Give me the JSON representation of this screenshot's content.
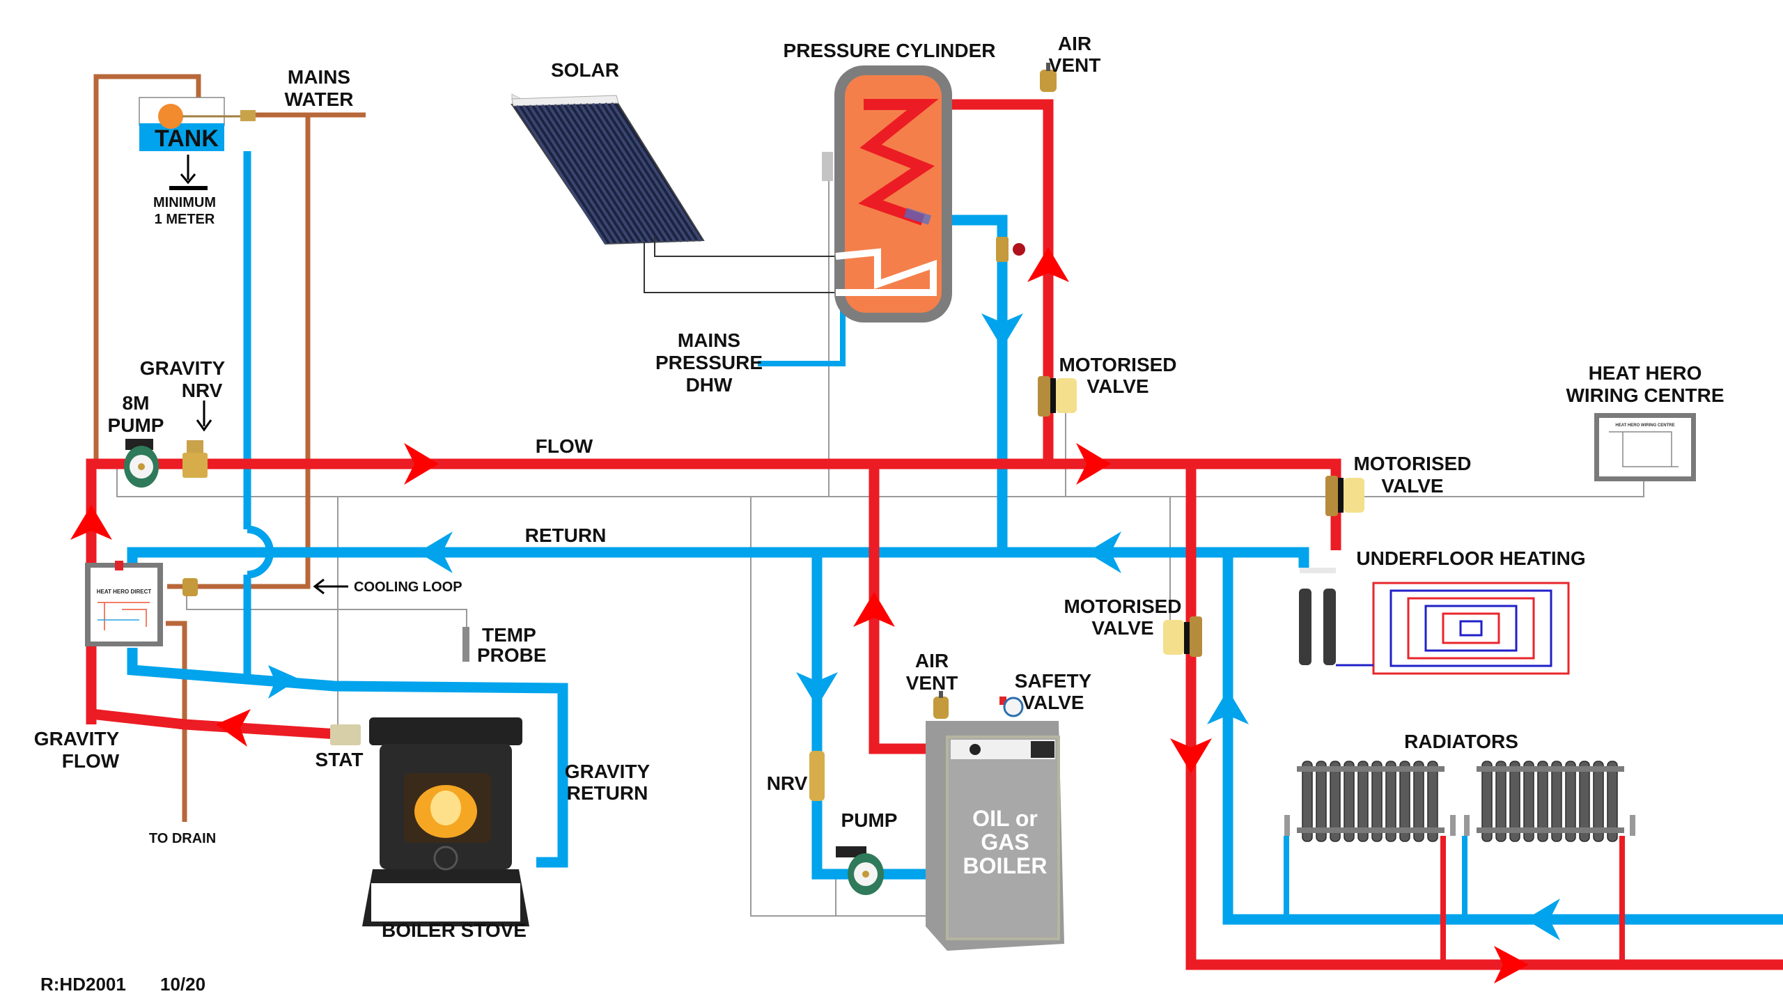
{
  "title": "Heat Hero Direct – boiler stove, oil/gas boiler, solar and pressure cylinder schematic",
  "colors": {
    "flow_red": "#ec1c24",
    "return_blue": "#00a3ec",
    "copper": "#b8673a",
    "cylinder_orange": "#f57f4a",
    "cylinder_shell": "#7d7d7d",
    "boiler_grey": "#9c9c9c",
    "wire_grey": "#9a9a9a",
    "valve_yellow": "#f4df8c",
    "pump_green": "#2f7a5a"
  },
  "labels": {
    "mains_water": [
      "MAINS",
      "WATER"
    ],
    "tank": "TANK",
    "minimum": [
      "MINIMUM",
      "1 METER"
    ],
    "solar": "SOLAR",
    "pressure_cylinder": "PRESSURE CYLINDER",
    "air_vent_top": [
      "AIR",
      "VENT"
    ],
    "mains_pressure_dhw": [
      "MAINS",
      "PRESSURE",
      "DHW"
    ],
    "motorised_valve_1": [
      "MOTORISED",
      "VALVE"
    ],
    "motorised_valve_2": [
      "MOTORISED",
      "VALVE"
    ],
    "motorised_valve_3": [
      "MOTORISED",
      "VALVE"
    ],
    "heat_hero_wiring_centre": [
      "HEAT HERO",
      "WIRING CENTRE"
    ],
    "gravity_nrv": [
      "GRAVITY",
      "NRV"
    ],
    "pump_8m": [
      "8M",
      "PUMP"
    ],
    "flow": "FLOW",
    "return": "RETURN",
    "cooling_loop": "COOLING LOOP",
    "temp_probe": [
      "TEMP",
      "PROBE"
    ],
    "underfloor_heating": "UNDERFLOOR HEATING",
    "gravity_flow": [
      "GRAVITY",
      "FLOW"
    ],
    "stat": "STAT",
    "gravity_return": [
      "GRAVITY",
      "RETURN"
    ],
    "to_drain": "TO DRAIN",
    "boiler_stove": "BOILER STOVE",
    "air_vent_boiler": [
      "AIR",
      "VENT"
    ],
    "safety_valve": [
      "SAFETY",
      "VALVE"
    ],
    "nrv": "NRV",
    "pump": "PUMP",
    "boiler": [
      "OIL or",
      "GAS",
      "BOILER"
    ],
    "radiators": "RADIATORS",
    "heat_hero_direct_panel": "HEAT HERO DIRECT",
    "wiring_centre_panel": "HEAT HERO WIRING CENTRE",
    "revision": "R:HD2001",
    "date": "10/20"
  }
}
